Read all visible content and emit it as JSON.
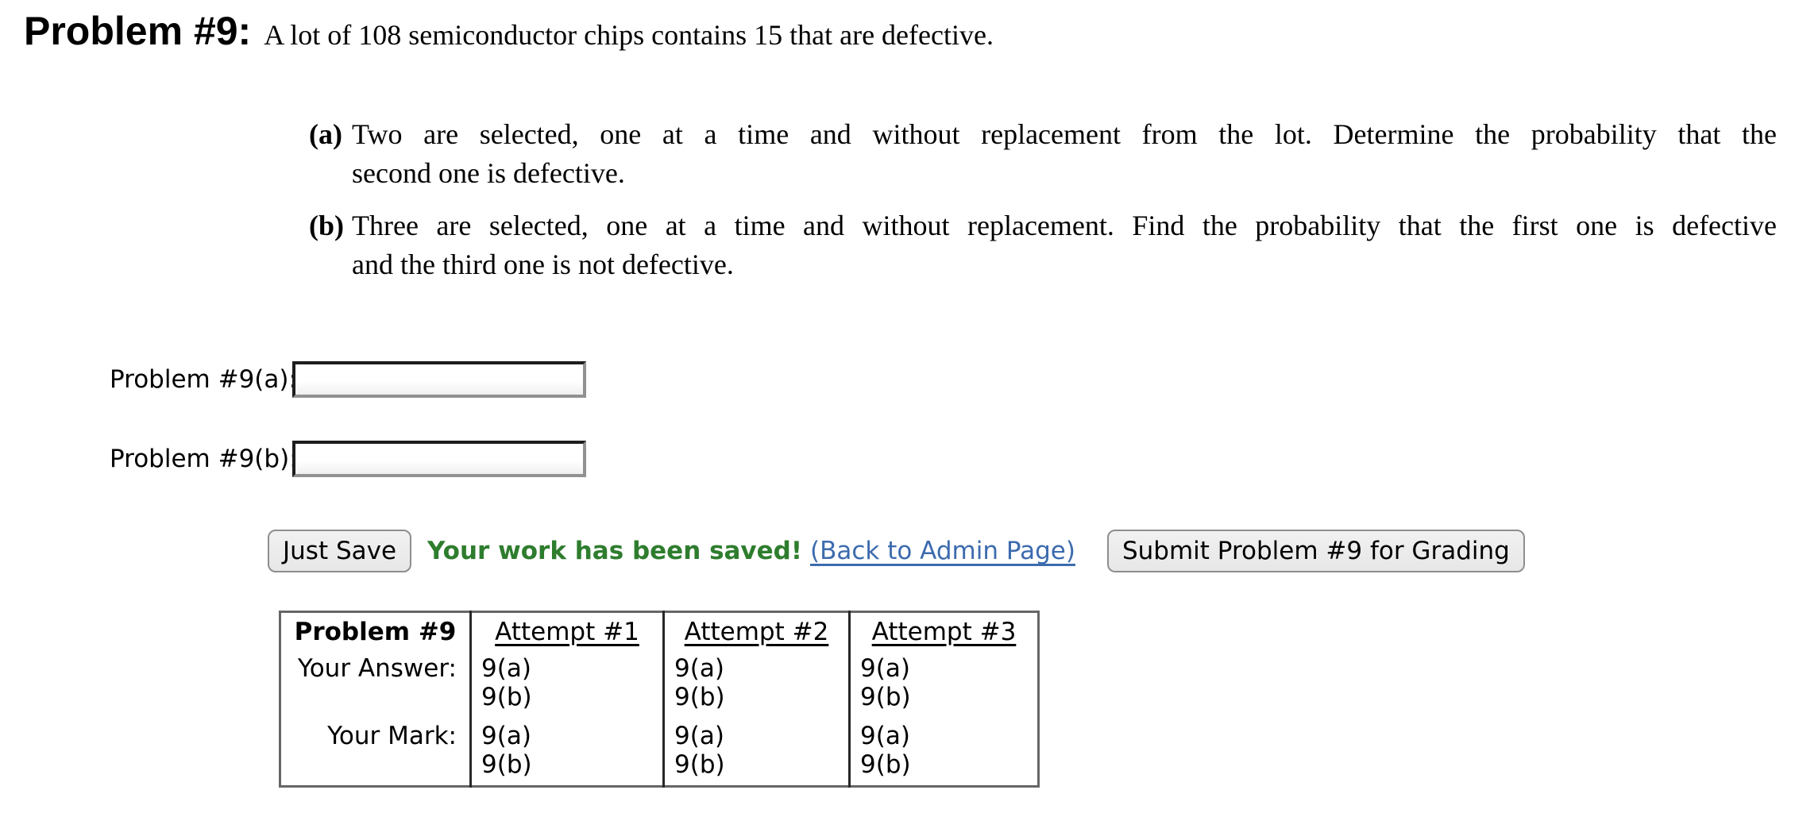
{
  "problem": {
    "title": "Problem #9:",
    "statement": "A lot of 108 semiconductor chips contains 15 that are defective.",
    "parts": [
      {
        "label": "(a)",
        "lines": [
          "Two are selected, one at a time and without replacement from the lot. Determine the probability that the",
          "second one is defective."
        ]
      },
      {
        "label": "(b)",
        "lines": [
          "Three are selected, one at a time and without replacement. Find the probability that the first one is defective",
          "and the third one is not defective."
        ]
      }
    ]
  },
  "form": {
    "fields": [
      {
        "label": "Problem #9(a):",
        "value": "",
        "placeholder": ""
      },
      {
        "label": "Problem #9(b):",
        "value": "",
        "placeholder": ""
      }
    ],
    "just_save_label": "Just Save",
    "status_message": "Your work has been saved!",
    "admin_link_label": "(Back to Admin Page)",
    "submit_label": "Submit Problem #9 for Grading"
  },
  "results_table": {
    "header": [
      "Problem #9",
      "Attempt #1",
      "Attempt #2",
      "Attempt #3"
    ],
    "rows": [
      {
        "label": "Your Answer:",
        "attempts": [
          [
            "9(a)",
            "9(b)"
          ],
          [
            "9(a)",
            "9(b)"
          ],
          [
            "9(a)",
            "9(b)"
          ]
        ]
      },
      {
        "label": "Your Mark:",
        "attempts": [
          [
            "9(a)",
            "9(b)"
          ],
          [
            "9(a)",
            "9(b)"
          ],
          [
            "9(a)",
            "9(b)"
          ]
        ]
      }
    ]
  },
  "colors": {
    "saved_green": "#2e7d2e",
    "link_blue": "#3c6bae"
  }
}
